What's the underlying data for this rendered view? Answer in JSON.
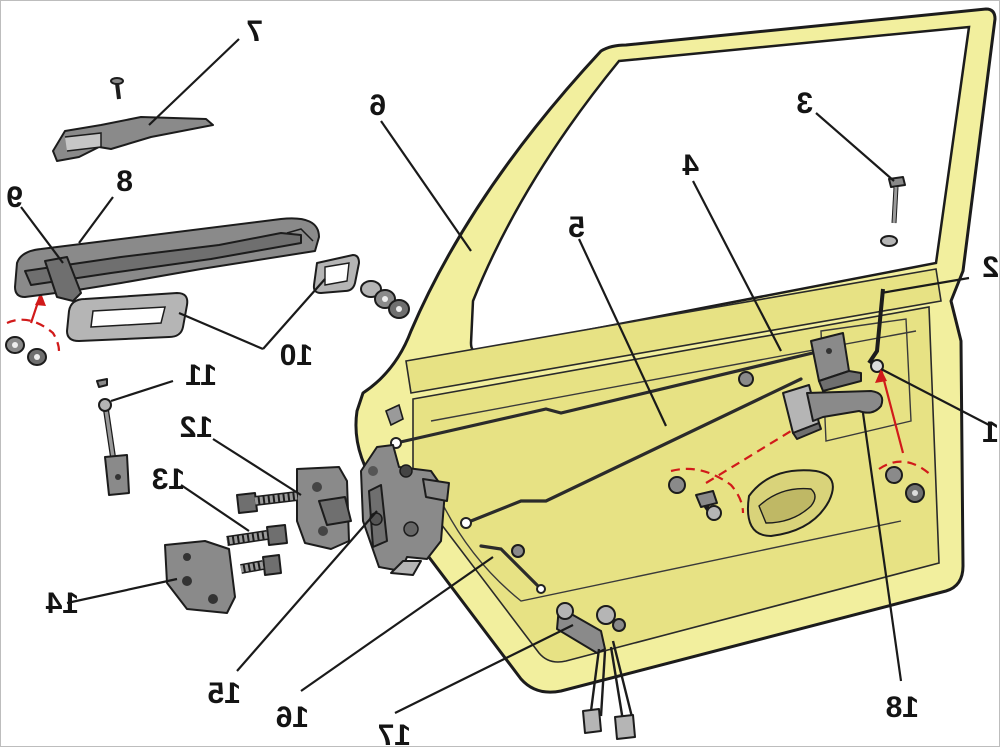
{
  "diagram": {
    "callouts": [
      {
        "id": "c1",
        "text": "1"
      },
      {
        "id": "c2",
        "text": "2"
      },
      {
        "id": "c3",
        "text": "3"
      },
      {
        "id": "c4",
        "text": "4"
      },
      {
        "id": "c5",
        "text": "5"
      },
      {
        "id": "c6",
        "text": "6"
      },
      {
        "id": "c7",
        "text": "7"
      },
      {
        "id": "c8",
        "text": "8"
      },
      {
        "id": "c9",
        "text": "9"
      },
      {
        "id": "c10",
        "text": "10"
      },
      {
        "id": "c11",
        "text": "11"
      },
      {
        "id": "c12",
        "text": "12"
      },
      {
        "id": "c13",
        "text": "13"
      },
      {
        "id": "c14",
        "text": "14"
      },
      {
        "id": "c15",
        "text": "15"
      },
      {
        "id": "c16",
        "text": "16"
      },
      {
        "id": "c17",
        "text": "17"
      },
      {
        "id": "c18",
        "text": "18"
      }
    ],
    "colors": {
      "door_panel": "#f2ef9e",
      "door_panel_shade": "#e7e284",
      "hardware": "#8a8a8a",
      "guide_lines": "#d11a1a"
    }
  }
}
